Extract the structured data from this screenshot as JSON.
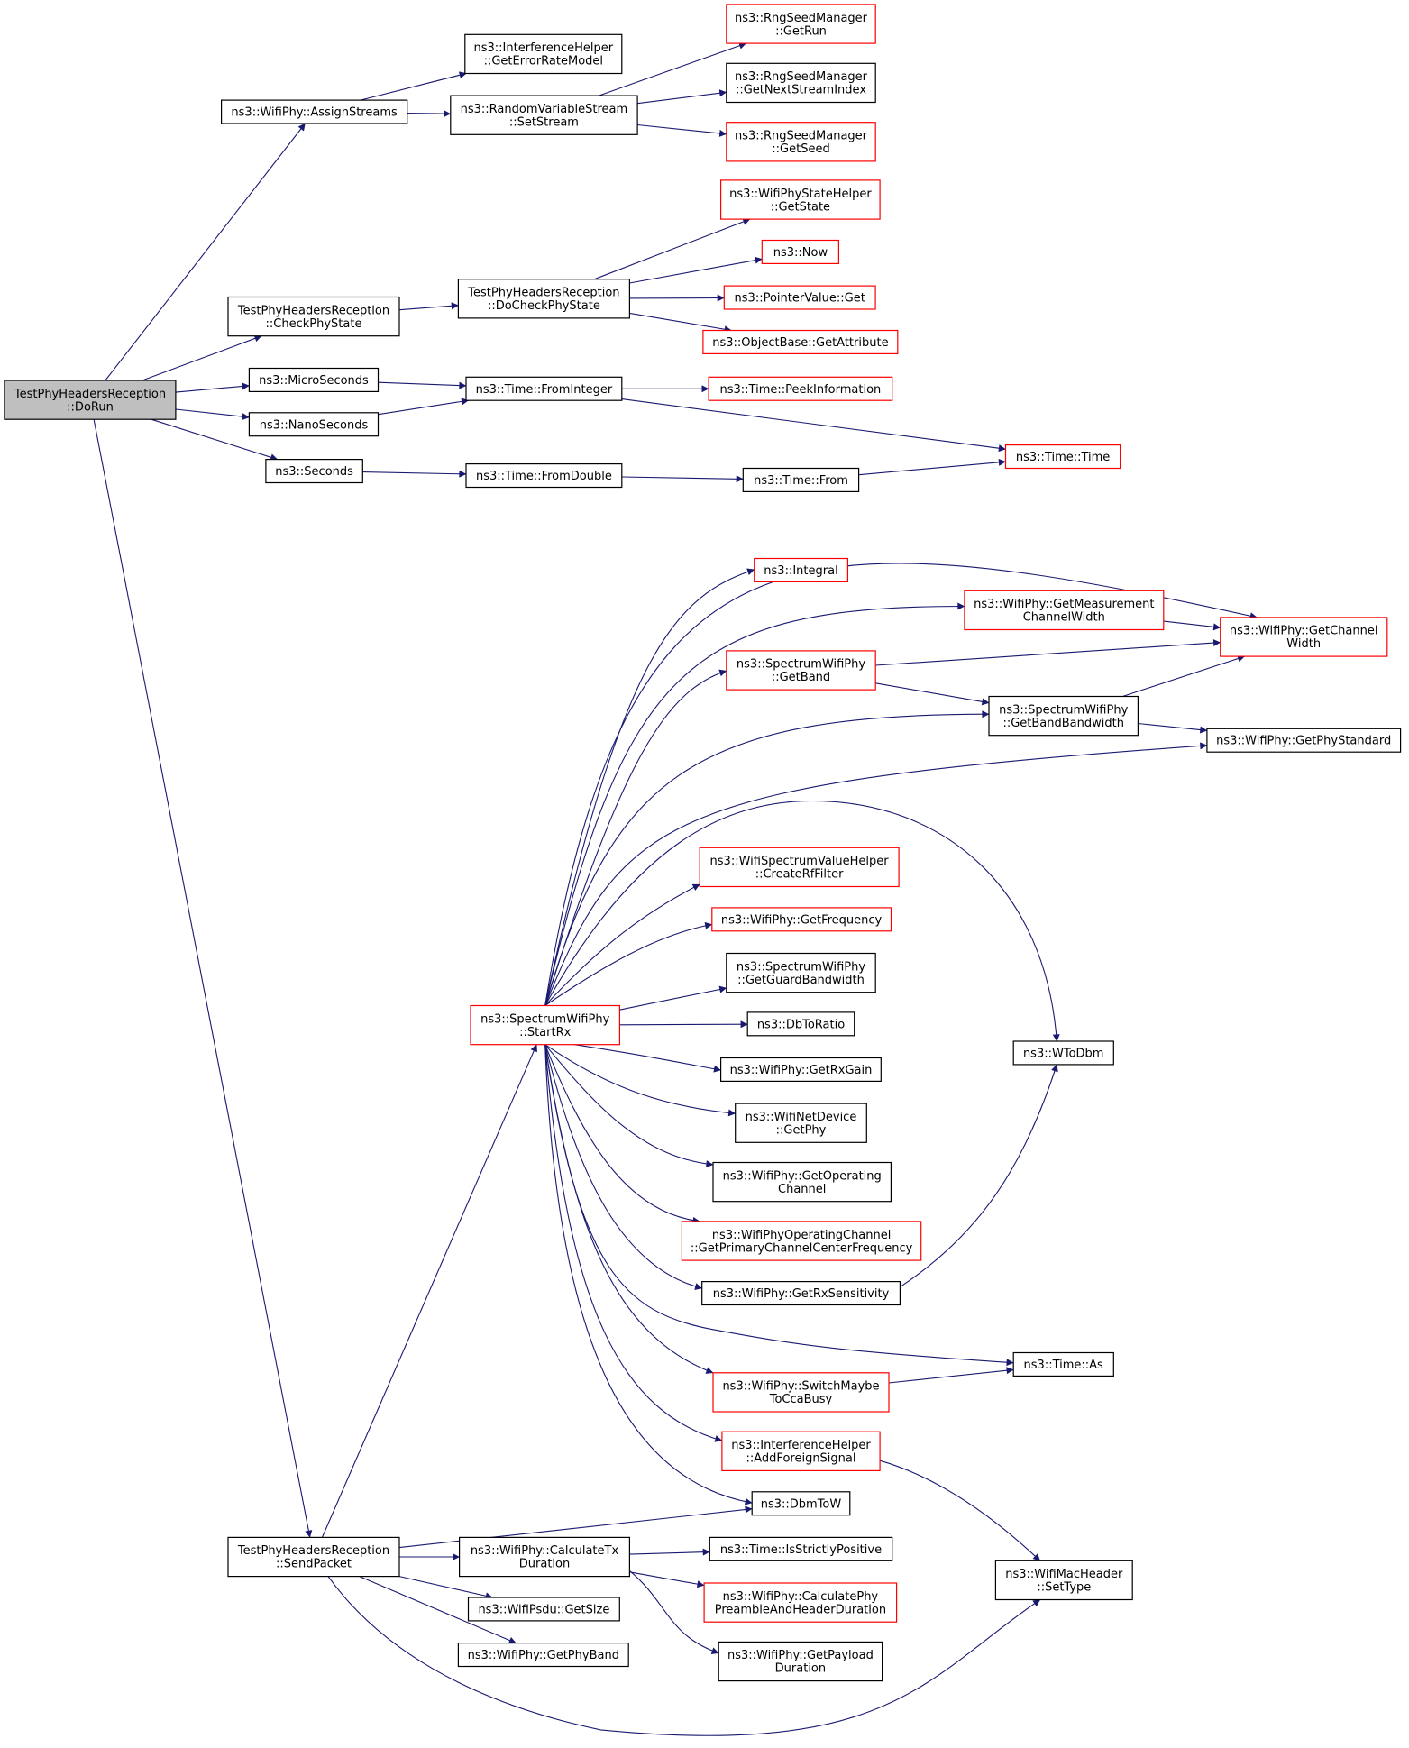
{
  "colors": {
    "edge": "#191970",
    "border_red": "#ff0000",
    "border_black": "#000000",
    "root_fill": "#bfbfbf",
    "node_fill": "#ffffff"
  },
  "nodes": [
    {
      "id": "dorun",
      "lines": [
        "TestPhyHeadersReception",
        "::DoRun"
      ],
      "style": "root",
      "interactable": true
    },
    {
      "id": "assignstreams",
      "lines": [
        "ns3::WifiPhy::AssignStreams"
      ],
      "style": "black",
      "interactable": true
    },
    {
      "id": "geterrorratemodel",
      "lines": [
        "ns3::InterferenceHelper",
        "::GetErrorRateModel"
      ],
      "style": "black",
      "interactable": true
    },
    {
      "id": "setstream",
      "lines": [
        "ns3::RandomVariableStream",
        "::SetStream"
      ],
      "style": "black",
      "interactable": true
    },
    {
      "id": "getrun",
      "lines": [
        "ns3::RngSeedManager",
        "::GetRun"
      ],
      "style": "red",
      "interactable": true
    },
    {
      "id": "getnextstreamindex",
      "lines": [
        "ns3::RngSeedManager",
        "::GetNextStreamIndex"
      ],
      "style": "black",
      "interactable": true
    },
    {
      "id": "getseed",
      "lines": [
        "ns3::RngSeedManager",
        "::GetSeed"
      ],
      "style": "red",
      "interactable": true
    },
    {
      "id": "checkphystate",
      "lines": [
        "TestPhyHeadersReception",
        "::CheckPhyState"
      ],
      "style": "black",
      "interactable": true
    },
    {
      "id": "docheckphystate",
      "lines": [
        "TestPhyHeadersReception",
        "::DoCheckPhyState"
      ],
      "style": "black",
      "interactable": true
    },
    {
      "id": "getstate",
      "lines": [
        "ns3::WifiPhyStateHelper",
        "::GetState"
      ],
      "style": "red",
      "interactable": true
    },
    {
      "id": "now",
      "lines": [
        "ns3::Now"
      ],
      "style": "red",
      "interactable": true
    },
    {
      "id": "pointervalueget",
      "lines": [
        "ns3::PointerValue::Get"
      ],
      "style": "red",
      "interactable": true
    },
    {
      "id": "getattribute",
      "lines": [
        "ns3::ObjectBase::GetAttribute"
      ],
      "style": "red",
      "interactable": true
    },
    {
      "id": "microseconds",
      "lines": [
        "ns3::MicroSeconds"
      ],
      "style": "black",
      "interactable": true
    },
    {
      "id": "nanoseconds",
      "lines": [
        "ns3::NanoSeconds"
      ],
      "style": "black",
      "interactable": true
    },
    {
      "id": "seconds",
      "lines": [
        "ns3::Seconds"
      ],
      "style": "black",
      "interactable": true
    },
    {
      "id": "frominteger",
      "lines": [
        "ns3::Time::FromInteger"
      ],
      "style": "black",
      "interactable": true
    },
    {
      "id": "peekinformation",
      "lines": [
        "ns3::Time::PeekInformation"
      ],
      "style": "red",
      "interactable": true
    },
    {
      "id": "timetime",
      "lines": [
        "ns3::Time::Time"
      ],
      "style": "red",
      "interactable": true
    },
    {
      "id": "fromdouble",
      "lines": [
        "ns3::Time::FromDouble"
      ],
      "style": "black",
      "interactable": true
    },
    {
      "id": "timefrom",
      "lines": [
        "ns3::Time::From"
      ],
      "style": "black",
      "interactable": true
    },
    {
      "id": "integral",
      "lines": [
        "ns3::Integral"
      ],
      "style": "red",
      "interactable": true
    },
    {
      "id": "getmeasurementchannelwidth",
      "lines": [
        "ns3::WifiPhy::GetMeasurement",
        "ChannelWidth"
      ],
      "style": "red",
      "interactable": true
    },
    {
      "id": "getchannelwidth",
      "lines": [
        "ns3::WifiPhy::GetChannel",
        "Width"
      ],
      "style": "red",
      "interactable": true
    },
    {
      "id": "getband",
      "lines": [
        "ns3::SpectrumWifiPhy",
        "::GetBand"
      ],
      "style": "red",
      "interactable": true
    },
    {
      "id": "getbandbandwidth",
      "lines": [
        "ns3::SpectrumWifiPhy",
        "::GetBandBandwidth"
      ],
      "style": "black",
      "interactable": true
    },
    {
      "id": "getphystandard",
      "lines": [
        "ns3::WifiPhy::GetPhyStandard"
      ],
      "style": "black",
      "interactable": true
    },
    {
      "id": "createrffilter",
      "lines": [
        "ns3::WifiSpectrumValueHelper",
        "::CreateRfFilter"
      ],
      "style": "red",
      "interactable": true
    },
    {
      "id": "getfrequency",
      "lines": [
        "ns3::WifiPhy::GetFrequency"
      ],
      "style": "red",
      "interactable": true
    },
    {
      "id": "getguardbandwidth",
      "lines": [
        "ns3::SpectrumWifiPhy",
        "::GetGuardBandwidth"
      ],
      "style": "black",
      "interactable": true
    },
    {
      "id": "startrx",
      "lines": [
        "ns3::SpectrumWifiPhy",
        "::StartRx"
      ],
      "style": "red",
      "interactable": true
    },
    {
      "id": "dbtoratio",
      "lines": [
        "ns3::DbToRatio"
      ],
      "style": "black",
      "interactable": true
    },
    {
      "id": "wtodbm",
      "lines": [
        "ns3::WToDbm"
      ],
      "style": "black",
      "interactable": true
    },
    {
      "id": "getrxgain",
      "lines": [
        "ns3::WifiPhy::GetRxGain"
      ],
      "style": "black",
      "interactable": true
    },
    {
      "id": "getphy",
      "lines": [
        "ns3::WifiNetDevice",
        "::GetPhy"
      ],
      "style": "black",
      "interactable": true
    },
    {
      "id": "getoperatingchannel",
      "lines": [
        "ns3::WifiPhy::GetOperating",
        "Channel"
      ],
      "style": "black",
      "interactable": true
    },
    {
      "id": "getprimarychannelcenterfrequency",
      "lines": [
        "ns3::WifiPhyOperatingChannel",
        "::GetPrimaryChannelCenterFrequency"
      ],
      "style": "red",
      "interactable": true
    },
    {
      "id": "getrxsensitivity",
      "lines": [
        "ns3::WifiPhy::GetRxSensitivity"
      ],
      "style": "black",
      "interactable": true
    },
    {
      "id": "timeas",
      "lines": [
        "ns3::Time::As"
      ],
      "style": "black",
      "interactable": true
    },
    {
      "id": "switchmaybetoccabusy",
      "lines": [
        "ns3::WifiPhy::SwitchMaybe",
        "ToCcaBusy"
      ],
      "style": "red",
      "interactable": true
    },
    {
      "id": "addforeignsignal",
      "lines": [
        "ns3::InterferenceHelper",
        "::AddForeignSignal"
      ],
      "style": "red",
      "interactable": true
    },
    {
      "id": "dbmtow",
      "lines": [
        "ns3::DbmToW"
      ],
      "style": "black",
      "interactable": true
    },
    {
      "id": "sendpacket",
      "lines": [
        "TestPhyHeadersReception",
        "::SendPacket"
      ],
      "style": "black",
      "interactable": true
    },
    {
      "id": "calculatetxduration",
      "lines": [
        "ns3::WifiPhy::CalculateTx",
        "Duration"
      ],
      "style": "black",
      "interactable": true
    },
    {
      "id": "isstrictlypositive",
      "lines": [
        "ns3::Time::IsStrictlyPositive"
      ],
      "style": "black",
      "interactable": true
    },
    {
      "id": "calculatephypreamble",
      "lines": [
        "ns3::WifiPhy::CalculatePhy",
        "PreambleAndHeaderDuration"
      ],
      "style": "red",
      "interactable": true
    },
    {
      "id": "settype",
      "lines": [
        "ns3::WifiMacHeader",
        "::SetType"
      ],
      "style": "black",
      "interactable": true
    },
    {
      "id": "psdugetsize",
      "lines": [
        "ns3::WifiPsdu::GetSize"
      ],
      "style": "black",
      "interactable": true
    },
    {
      "id": "getpayloadduration",
      "lines": [
        "ns3::WifiPhy::GetPayload",
        "Duration"
      ],
      "style": "black",
      "interactable": true
    },
    {
      "id": "getphyband",
      "lines": [
        "ns3::WifiPhy::GetPhyBand"
      ],
      "style": "black",
      "interactable": true
    }
  ],
  "edges": [
    [
      "dorun",
      "assignstreams"
    ],
    [
      "dorun",
      "checkphystate"
    ],
    [
      "dorun",
      "microseconds"
    ],
    [
      "dorun",
      "nanoseconds"
    ],
    [
      "dorun",
      "seconds"
    ],
    [
      "dorun",
      "sendpacket"
    ],
    [
      "assignstreams",
      "geterrorratemodel"
    ],
    [
      "assignstreams",
      "setstream"
    ],
    [
      "setstream",
      "getrun"
    ],
    [
      "setstream",
      "getnextstreamindex"
    ],
    [
      "setstream",
      "getseed"
    ],
    [
      "checkphystate",
      "docheckphystate"
    ],
    [
      "docheckphystate",
      "getstate"
    ],
    [
      "docheckphystate",
      "now"
    ],
    [
      "docheckphystate",
      "pointervalueget"
    ],
    [
      "docheckphystate",
      "getattribute"
    ],
    [
      "microseconds",
      "frominteger"
    ],
    [
      "nanoseconds",
      "frominteger"
    ],
    [
      "frominteger",
      "peekinformation"
    ],
    [
      "frominteger",
      "timetime"
    ],
    [
      "seconds",
      "fromdouble"
    ],
    [
      "fromdouble",
      "timefrom"
    ],
    [
      "timefrom",
      "timetime"
    ],
    [
      "startrx",
      "getchannelwidth"
    ],
    [
      "startrx",
      "integral"
    ],
    [
      "startrx",
      "getmeasurementchannelwidth"
    ],
    [
      "startrx",
      "getband"
    ],
    [
      "startrx",
      "getbandbandwidth"
    ],
    [
      "startrx",
      "getphystandard"
    ],
    [
      "startrx",
      "wtodbm"
    ],
    [
      "startrx",
      "createrffilter"
    ],
    [
      "startrx",
      "getfrequency"
    ],
    [
      "startrx",
      "getguardbandwidth"
    ],
    [
      "startrx",
      "dbtoratio"
    ],
    [
      "startrx",
      "getrxgain"
    ],
    [
      "startrx",
      "getphy"
    ],
    [
      "startrx",
      "getoperatingchannel"
    ],
    [
      "startrx",
      "getprimarychannelcenterfrequency"
    ],
    [
      "startrx",
      "getrxsensitivity"
    ],
    [
      "startrx",
      "timeas"
    ],
    [
      "startrx",
      "switchmaybetoccabusy"
    ],
    [
      "startrx",
      "addforeignsignal"
    ],
    [
      "startrx",
      "dbmtow"
    ],
    [
      "getmeasurementchannelwidth",
      "getchannelwidth"
    ],
    [
      "getband",
      "getchannelwidth"
    ],
    [
      "getband",
      "getbandbandwidth"
    ],
    [
      "getbandbandwidth",
      "getchannelwidth"
    ],
    [
      "getbandbandwidth",
      "getphystandard"
    ],
    [
      "getrxsensitivity",
      "wtodbm"
    ],
    [
      "switchmaybetoccabusy",
      "timeas"
    ],
    [
      "addforeignsignal",
      "settype"
    ],
    [
      "sendpacket",
      "startrx"
    ],
    [
      "sendpacket",
      "dbmtow"
    ],
    [
      "sendpacket",
      "calculatetxduration"
    ],
    [
      "sendpacket",
      "psdugetsize"
    ],
    [
      "sendpacket",
      "getphyband"
    ],
    [
      "sendpacket",
      "settype"
    ],
    [
      "calculatetxduration",
      "isstrictlypositive"
    ],
    [
      "calculatetxduration",
      "calculatephypreamble"
    ],
    [
      "calculatetxduration",
      "getpayloadduration"
    ]
  ]
}
